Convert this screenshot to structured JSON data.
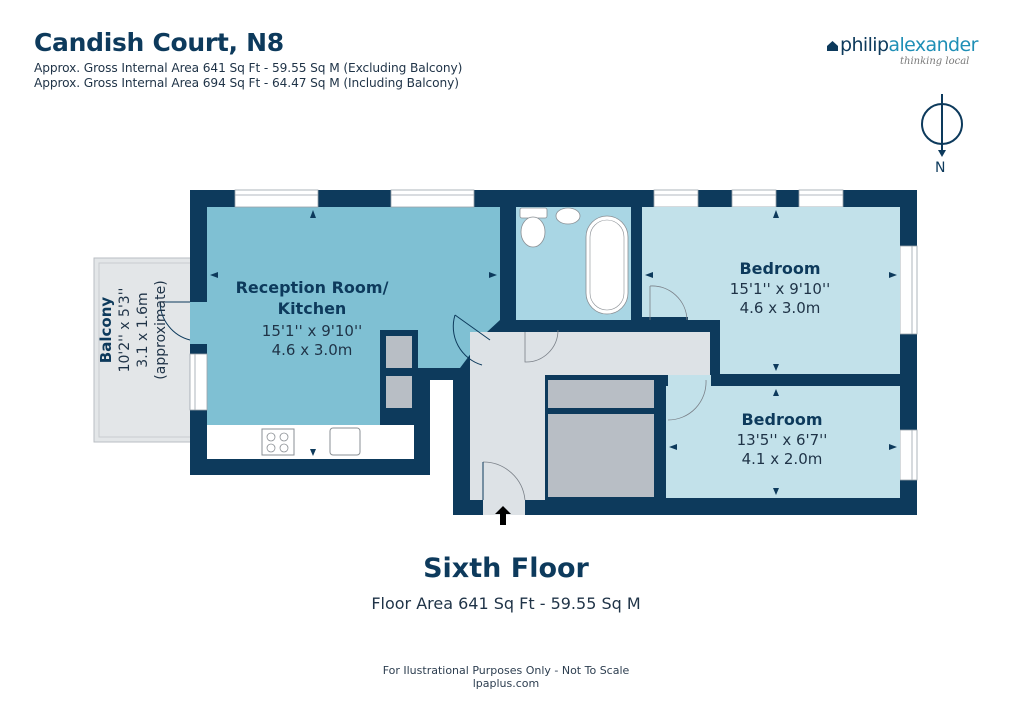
{
  "header": {
    "title": "Candish Court, N8",
    "area_excluding": "Approx. Gross Internal Area 641 Sq Ft - 59.55 Sq M (Excluding Balcony)",
    "area_including": "Approx. Gross Internal Area 694 Sq Ft - 64.47 Sq M (Including Balcony)"
  },
  "brand": {
    "name_part1": "philip",
    "name_part2": "alexander",
    "tagline": "thinking local",
    "icon": "house-icon",
    "colors": {
      "dark": "#0d3a5c",
      "accent": "#1f8fb6"
    }
  },
  "compass": {
    "label": "N",
    "icon": "north-arrow-icon"
  },
  "rooms": {
    "reception": {
      "name_line1": "Reception Room/",
      "name_line2": "Kitchen",
      "dim_imperial": "15'1'' x 9'10''",
      "dim_metric": "4.6 x 3.0m"
    },
    "bedroom1": {
      "name": "Bedroom",
      "dim_imperial": "15'1'' x 9'10''",
      "dim_metric": "4.6 x 3.0m"
    },
    "bedroom2": {
      "name": "Bedroom",
      "dim_imperial": "13'5'' x 6'7''",
      "dim_metric": "4.1 x 2.0m"
    },
    "balcony": {
      "name": "Balcony",
      "dim_imperial": "10'2'' x 5'3''",
      "dim_metric": "3.1 x 1.6m",
      "note": "(approximate)"
    }
  },
  "colors": {
    "wall": "#0d3a5c",
    "reception_fill": "#7fc0d3",
    "bedroom_fill": "#c2e1ea",
    "bathroom_fill": "#a9d6e4",
    "hall_fill": "#dde2e6",
    "storage_fill": "#b8bec5",
    "balcony_fill": "#e3e6e8"
  },
  "footer": {
    "floor_title": "Sixth Floor",
    "floor_area": "Floor Area 641 Sq Ft - 59.55 Sq M",
    "disclaimer": "For Ilustrational Purposes Only - Not To Scale",
    "website": "lpaplus.com"
  }
}
